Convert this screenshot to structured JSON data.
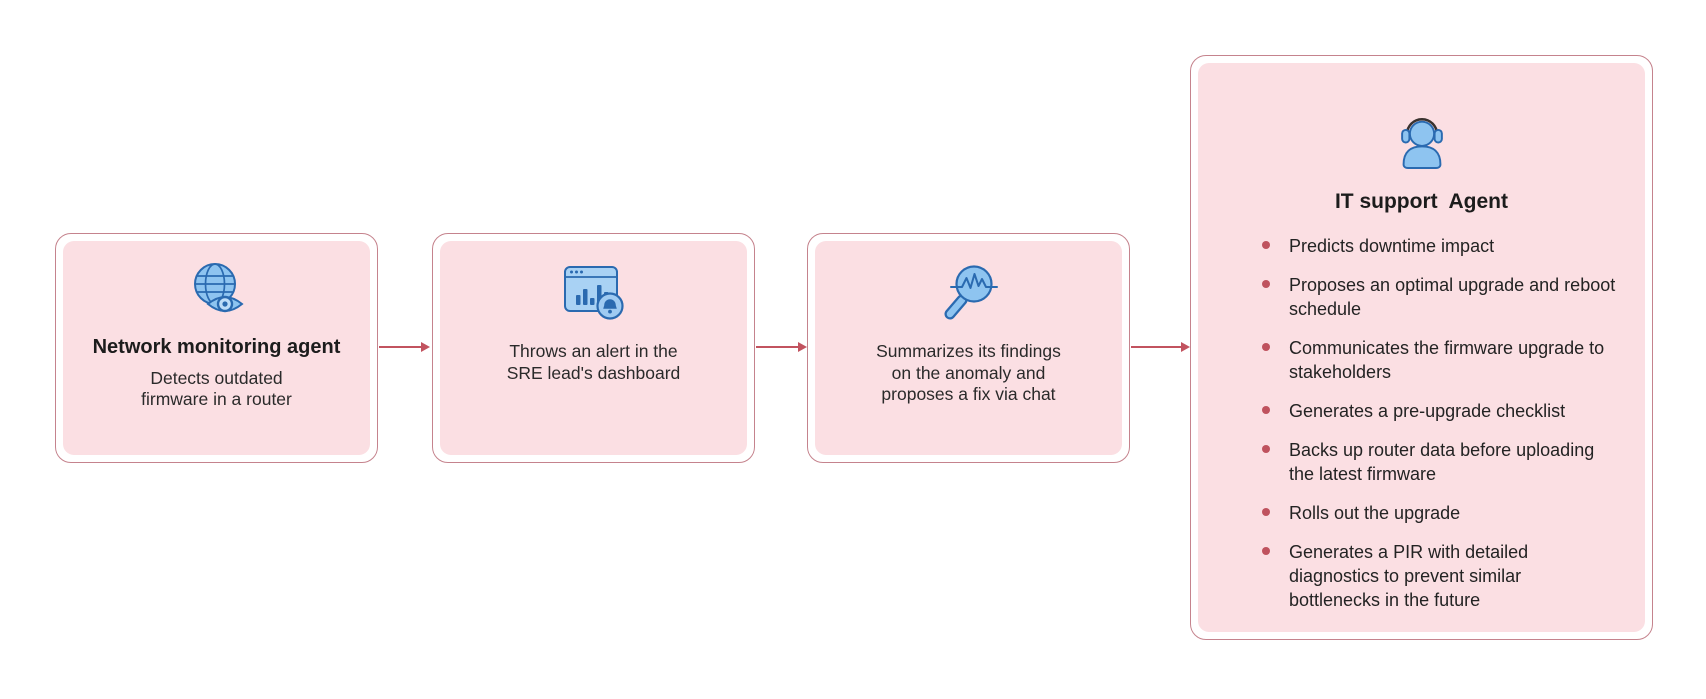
{
  "diagram": {
    "colors": {
      "background": "#ffffff",
      "card_fill": "#fbdfe3",
      "card_border": "#c5838d",
      "arrow": "#c2535f",
      "bullet": "#bf525e",
      "icon_blue_fill": "#8ec4f0",
      "icon_blue_light": "#a9d2f4",
      "icon_blue_stroke": "#2a6ab0",
      "title_text": "#1c1c1c",
      "body_text": "#2a2a2a"
    },
    "steps": [
      {
        "icon": "globe-eye-icon",
        "title": "Network monitoring agent",
        "lines": [
          "Detects outdated",
          "firmware in a router"
        ]
      },
      {
        "icon": "dashboard-alert-icon",
        "lines": [
          "Throws an alert in the",
          "SRE lead's dashboard"
        ]
      },
      {
        "icon": "anomaly-search-icon",
        "lines": [
          "Summarizes its findings",
          "on the anomaly and",
          "proposes a fix via chat"
        ]
      }
    ],
    "agent": {
      "icon": "support-agent-icon",
      "title": "IT support  Agent",
      "items": [
        "Predicts downtime impact",
        "Proposes an optimal upgrade and reboot schedule",
        "Communicates the firmware upgrade to stakeholders",
        "Generates a pre-upgrade checklist",
        "Backs up router data before uploading the latest firmware",
        "Rolls out the upgrade",
        "Generates a PIR with detailed diagnostics to prevent similar bottlenecks in the future"
      ]
    }
  }
}
